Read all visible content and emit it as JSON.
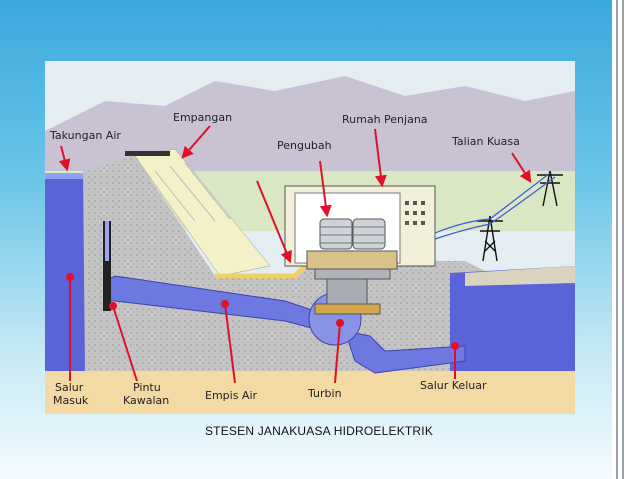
{
  "caption": "STESEN JANAKUASA HIDROELEKTRIK",
  "labels": {
    "takungan_air": "Takungan Air",
    "empangan": "Empangan",
    "rumah_penjana": "Rumah Penjana",
    "pengubah": "Pengubah",
    "talian_kuasa": "Talian Kuasa",
    "salur_masuk_1": "Salur",
    "salur_masuk_2": "Masuk",
    "pintu_kawalan_1": "Pintu",
    "pintu_kawalan_2": "Kawalan",
    "empis_air": "Empis Air",
    "turbin": "Turbin",
    "salur_keluar": "Salur Keluar"
  },
  "colors": {
    "water": "#5b63d8",
    "concrete": "#bdbdbd",
    "arrow": "#e0102a",
    "ground": "#f3d9a4",
    "sky": "#dbe8ef"
  }
}
